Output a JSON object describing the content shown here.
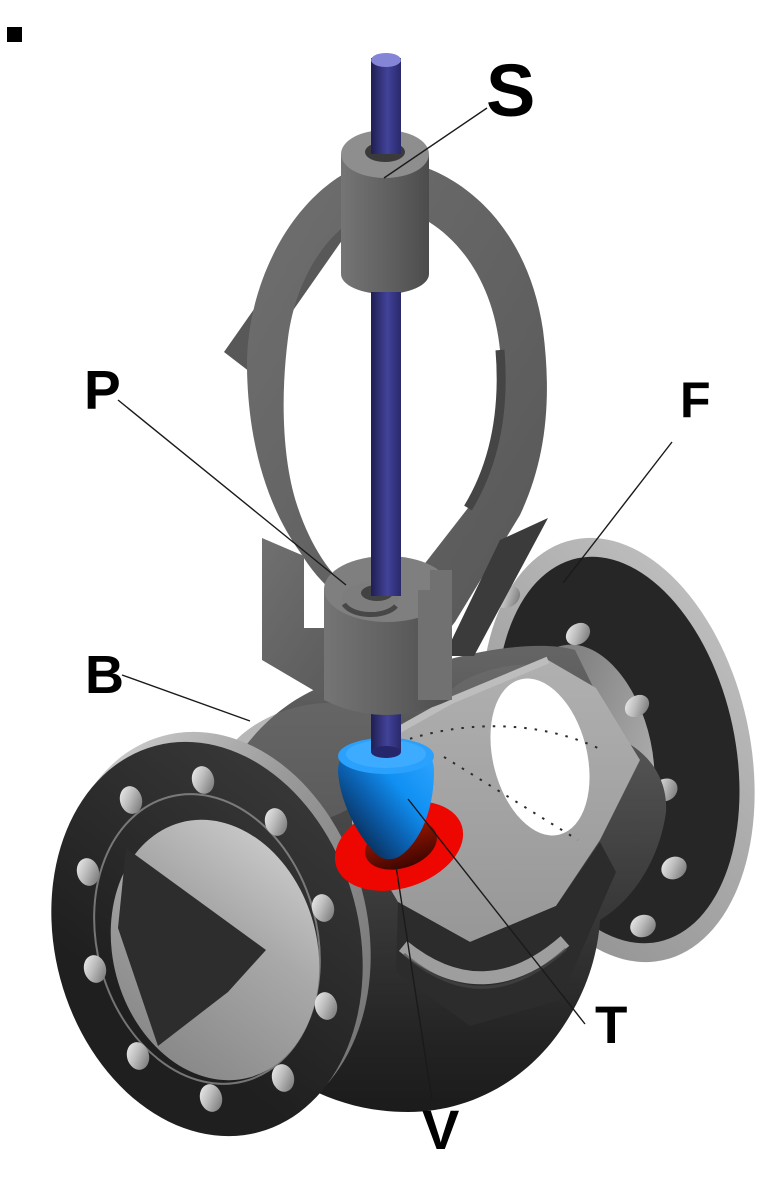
{
  "figure": {
    "type": "3d-cad-cutaway-illustration",
    "description": "Sectioned globe control valve: blue stem, gray yoke and flanged body, blue plug on red seat ring",
    "background": "#ffffff"
  },
  "labels": [
    {
      "id": "S",
      "text": "S",
      "points_to": "stem"
    },
    {
      "id": "P",
      "text": "P",
      "points_to": "packing-gland"
    },
    {
      "id": "F",
      "text": "F",
      "points_to": "flange"
    },
    {
      "id": "B",
      "text": "B",
      "points_to": "body"
    },
    {
      "id": "T",
      "text": "T",
      "points_to": "plug-trim"
    },
    {
      "id": "V",
      "text": "V",
      "points_to": "seat-ring"
    }
  ],
  "colors": {
    "stem_blue": "#3e3e92",
    "stem_cap": "#8585d8",
    "plug_band_blue": "#2aa1fd",
    "plug_deep_blue": "#0a2c55",
    "seat_red": "#ee0600",
    "metal_gray": "#6a6a6a",
    "flange_dark": "#262626",
    "cut_face_gray": "#a6a6a6",
    "label_text": "#000000",
    "leader_line": "#1a1a1a"
  }
}
